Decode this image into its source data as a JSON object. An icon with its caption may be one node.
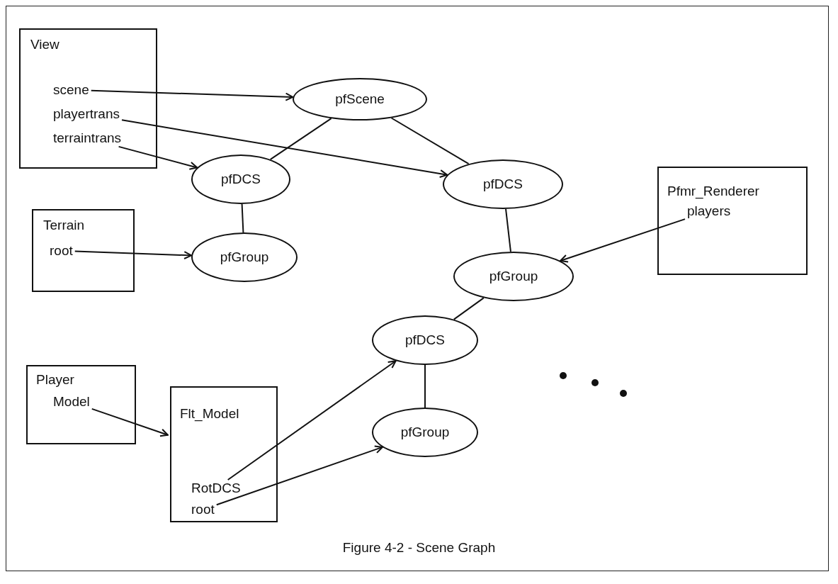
{
  "diagram": {
    "caption": "Figure 4-2 - Scene Graph",
    "nodes": [
      {
        "text": [
          "View"
        ]
      },
      {
        "text": [
          "scene"
        ],
        "in": 0
      },
      {
        "text": [
          "playertrans"
        ],
        "in": 0
      },
      {
        "text": [
          "terraintrans"
        ],
        "in": 0
      },
      {
        "text": [
          "pfScene"
        ]
      },
      {
        "text": [
          "pfDCS"
        ]
      },
      {
        "text": [
          "pfDCS"
        ]
      },
      {
        "text": [
          "Terrain"
        ]
      },
      {
        "text": [
          "root"
        ],
        "in": 7
      },
      {
        "text": [
          "pfGroup"
        ]
      },
      {
        "text": [
          "pfGroup"
        ]
      },
      {
        "text": [
          "Pfmr_Renderer"
        ]
      },
      {
        "text": [
          "players"
        ],
        "in": 11
      },
      {
        "text": [
          "pfDCS"
        ]
      },
      {
        "text": [
          "Player"
        ]
      },
      {
        "text": [
          "Model"
        ],
        "in": 14
      },
      {
        "text": [
          "Flt_Model"
        ]
      },
      {
        "text": [
          "RotDCS"
        ],
        "in": 16
      },
      {
        "text": [
          "root"
        ],
        "in": 16
      },
      {
        "text": [
          "pfGroup"
        ]
      }
    ],
    "edges": [
      {
        "from": 1,
        "to": 4,
        "arrow": "to"
      },
      {
        "from": 4,
        "to": 5,
        "arrow": "none"
      },
      {
        "from": 4,
        "to": 6,
        "arrow": "none"
      },
      {
        "from": 2,
        "to": 6,
        "arrow": "to"
      },
      {
        "from": 3,
        "to": 5,
        "arrow": "to"
      },
      {
        "from": 5,
        "to": 9,
        "arrow": "none"
      },
      {
        "from": 8,
        "to": 9,
        "arrow": "to"
      },
      {
        "from": 6,
        "to": 10,
        "arrow": "none"
      },
      {
        "from": 12,
        "to": 10,
        "arrow": "to"
      },
      {
        "from": 10,
        "to": 13,
        "arrow": "none"
      },
      {
        "from": 15,
        "to": 16,
        "arrow": "to"
      },
      {
        "from": 17,
        "to": 13,
        "arrow": "to"
      },
      {
        "from": 13,
        "to": 19,
        "arrow": "none"
      },
      {
        "from": 18,
        "to": 19,
        "arrow": "to"
      }
    ]
  }
}
